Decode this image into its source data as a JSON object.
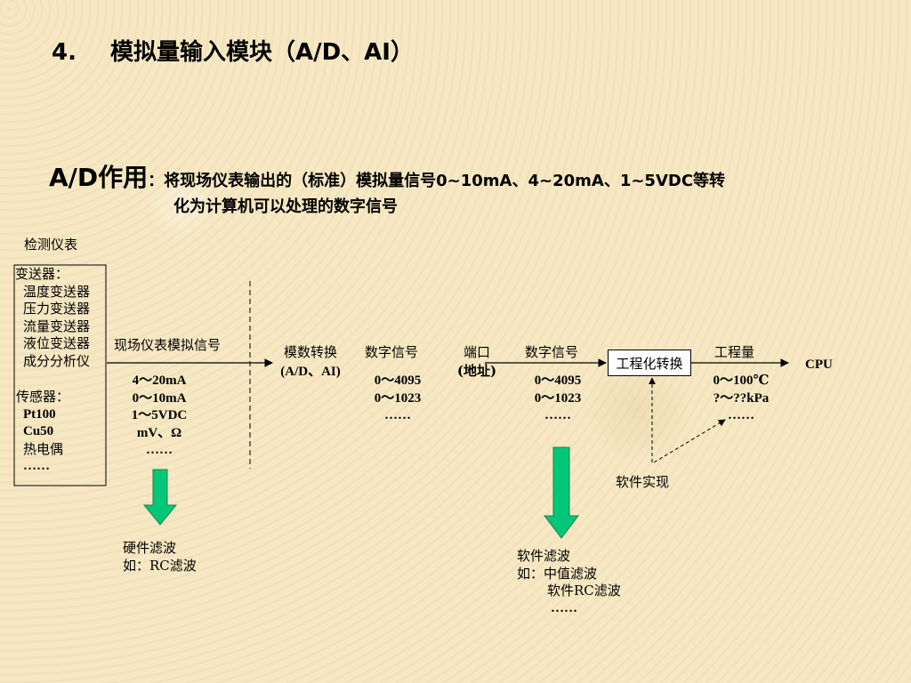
{
  "title": {
    "number": "4.",
    "text": "模拟量输入模块（A/D、AI）"
  },
  "ad": {
    "heading": "A/D作用",
    "colon": "：",
    "line1": "将现场仪表输出的（标准）模拟量信号0~10mA、4~20mA、1~5VDC等转",
    "line2": "化为计算机可以处理的数字信号"
  },
  "diagram": {
    "instruments_label": "检测仪表",
    "transmitters": {
      "heading": "变送器：",
      "items": [
        "温度变送器",
        "压力变送器",
        "流量变送器",
        "液位变送器",
        "成分分析仪"
      ]
    },
    "sensors": {
      "heading": "传感器：",
      "items": [
        "Pt100",
        "Cu50",
        "热电偶",
        "……"
      ]
    },
    "field_signal": {
      "label": "现场仪表模拟信号",
      "values": [
        "4～20mA",
        "0～10mA",
        "1～5VDC",
        "mV、Ω",
        "……"
      ]
    },
    "adc": {
      "line1": "模数转换",
      "line2": "(A/D、AI)"
    },
    "digital1": {
      "label": "数字信号",
      "values": [
        "0～4095",
        "0～1023",
        "……"
      ]
    },
    "port": {
      "line1": "端口",
      "line2": "(地址)"
    },
    "digital2": {
      "label": "数字信号",
      "values": [
        "0～4095",
        "0～1023",
        "……"
      ]
    },
    "eng_conversion": "工程化转换",
    "eng_quantity": {
      "label": "工程量",
      "values": [
        "0～100℃",
        "?～??kPa",
        "……"
      ]
    },
    "cpu": "CPU",
    "software_impl": "软件实现",
    "hw_filter": {
      "line1": "硬件滤波",
      "line2": "如：RC滤波"
    },
    "sw_filter": {
      "line1": "软件滤波",
      "line2": "如：中值滤波",
      "line3": "软件RC滤波",
      "line4": "……"
    }
  },
  "colors": {
    "background": "#f6e8c3",
    "arrow_fill": "#00c878",
    "arrow_stroke": "#2a7a50"
  }
}
